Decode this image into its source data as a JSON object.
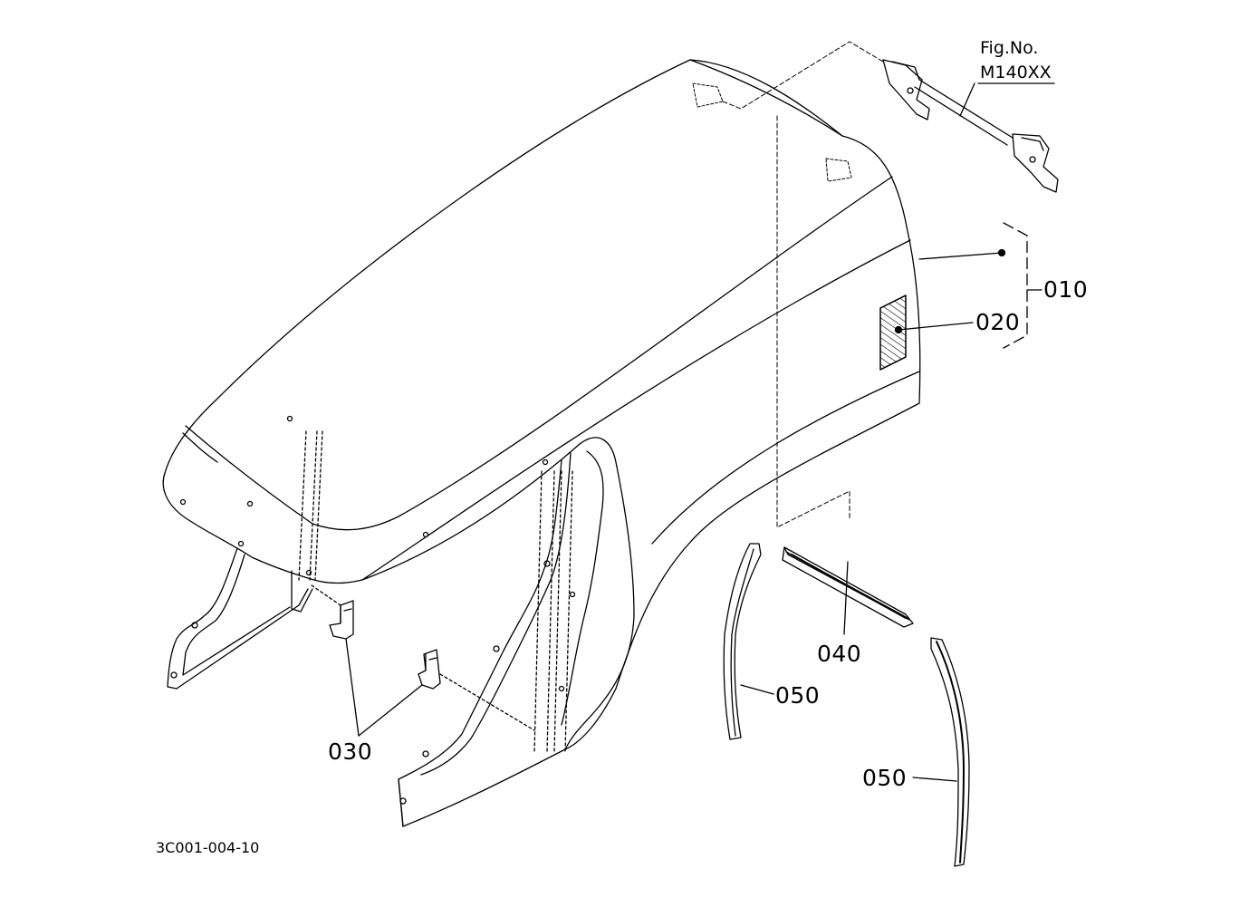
{
  "figure": {
    "ref_title": "Fig.No.",
    "ref_number": "M140XX",
    "drawing_code": "3C001-004-10"
  },
  "callouts": [
    {
      "id": "010",
      "label": "010"
    },
    {
      "id": "020",
      "label": "020"
    },
    {
      "id": "030",
      "label": "030"
    },
    {
      "id": "040",
      "label": "040"
    },
    {
      "id": "050a",
      "label": "050"
    },
    {
      "id": "050b",
      "label": "050"
    }
  ],
  "colors": {
    "line": "#000000",
    "background": "#ffffff"
  }
}
